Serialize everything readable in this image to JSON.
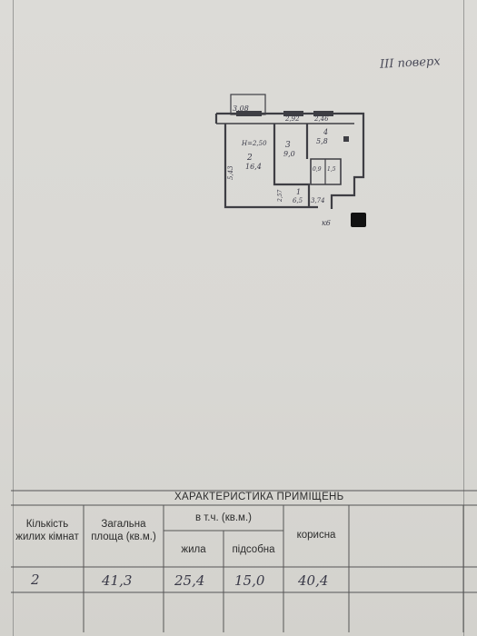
{
  "floor_label": "III поверх",
  "plan": {
    "room_2_number": "2",
    "room_2_area": "16,4",
    "room_3_number": "3",
    "room_3_area": "9,0",
    "room_4_number": "4",
    "room_4_area": "5,8",
    "room_1_number": "1",
    "room_1_area": "6,5",
    "ceiling_height": "H=2,50",
    "dim_top_1": "3,08",
    "dim_top_2": "2,92",
    "dim_top_3": "2,46",
    "dim_side": "5,43",
    "dim_corridor": "2,57",
    "dim_entry": "3,74",
    "kitchen_area": "5,8",
    "bath_area": "1,5",
    "toilet_area": "0,9",
    "stair_label": "к6"
  },
  "table": {
    "title": "ХАРАКТЕРИСТИКА ПРИМІЩЕНЬ",
    "col_rooms": "Кількість жилих кімнат",
    "col_total": "Загальна площа (кв.м.)",
    "col_incl": "в т.ч. (кв.м.)",
    "col_living": "жила",
    "col_aux": "підсобна",
    "col_useful": "корисна",
    "val_rooms": "2",
    "val_total": "41,3",
    "val_living": "25,4",
    "val_aux": "15,0",
    "val_useful": "40,4"
  }
}
